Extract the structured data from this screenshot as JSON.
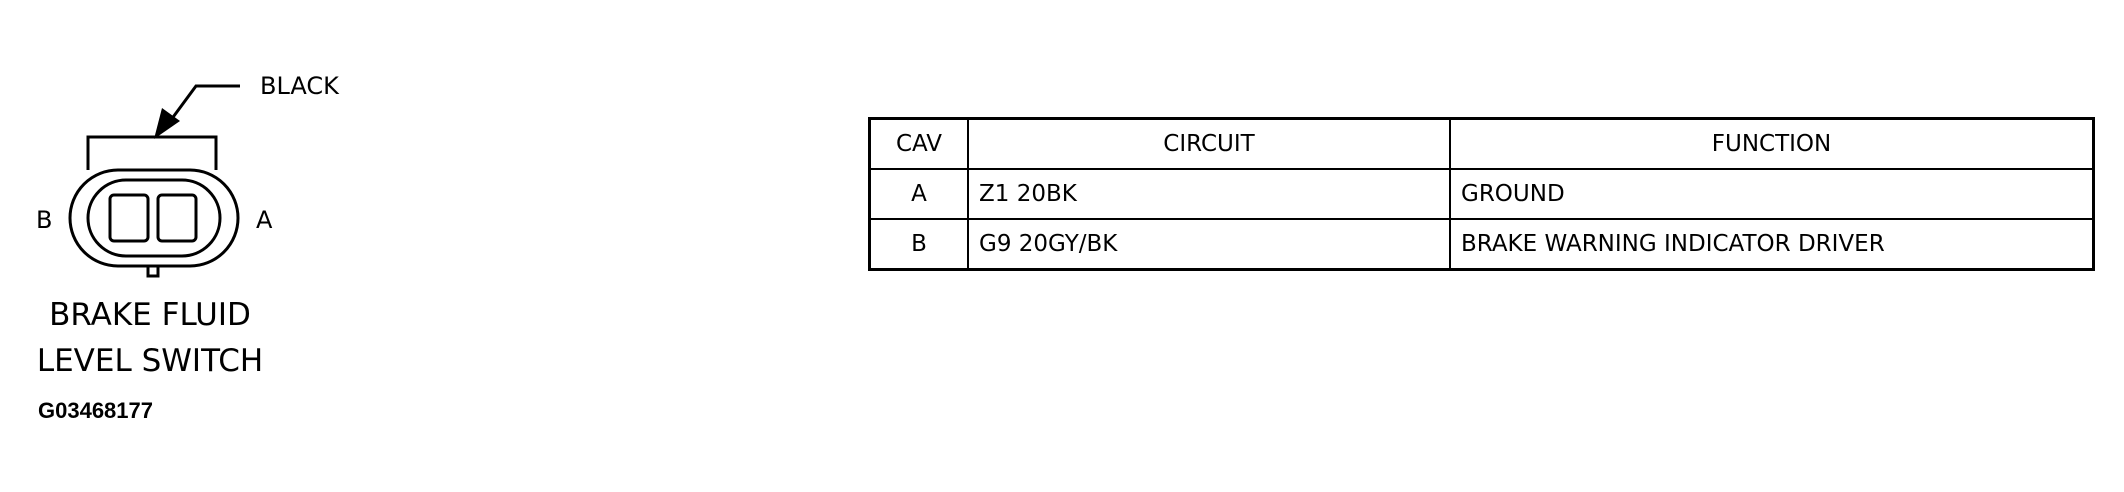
{
  "connector": {
    "color_label": "BLACK",
    "cavity_left": "B",
    "cavity_right": "A",
    "caption_line1": "BRAKE FLUID",
    "caption_line2": "LEVEL SWITCH"
  },
  "figure_id": "G03468177",
  "pinout_table": {
    "headers": {
      "cav": "CAV",
      "circuit": "CIRCUIT",
      "function": "FUNCTION"
    },
    "rows": [
      {
        "cav": "A",
        "circuit": "Z1  20BK",
        "function": "GROUND"
      },
      {
        "cav": "B",
        "circuit": "G9  20GY/BK",
        "function": "BRAKE WARNING INDICATOR DRIVER"
      }
    ]
  }
}
